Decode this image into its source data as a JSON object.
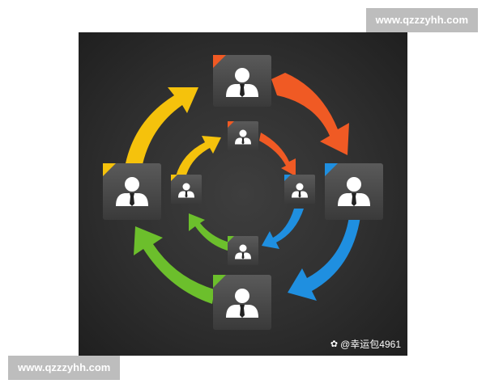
{
  "watermarks": {
    "top": "www.qzzzyhh.com",
    "bottom": "www.qzzzyhh.com"
  },
  "credit": {
    "icon": "paw-icon",
    "text": "@幸运包4961"
  },
  "diagram": {
    "type": "cycle",
    "rings": 2,
    "nodes_per_ring": 4,
    "arrow_colors": [
      "#f05a24",
      "#1f8fe0",
      "#6cbf2c",
      "#f5c20c"
    ],
    "node_icon": "person-icon"
  }
}
